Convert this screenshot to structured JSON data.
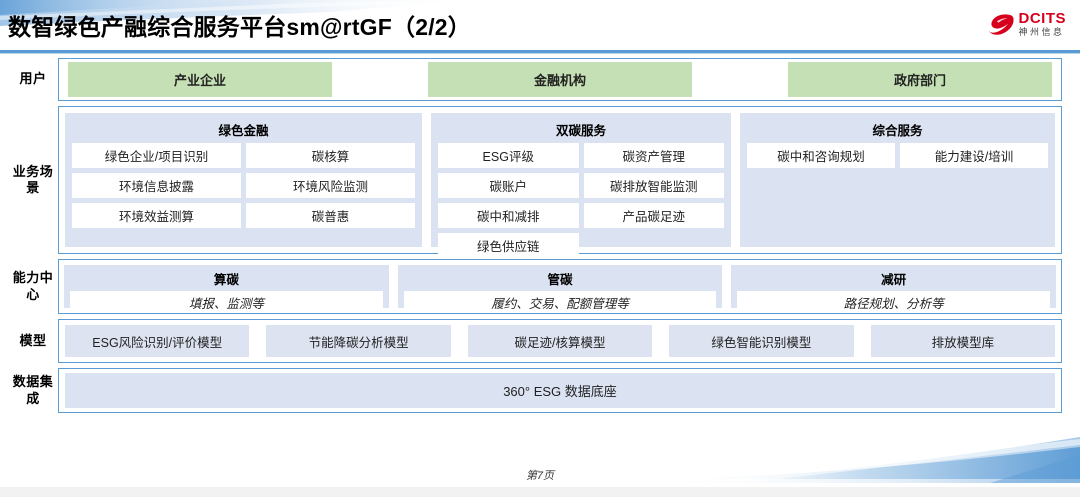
{
  "header": {
    "title": "数智绿色产融综合服务平台sm@rtGF（2/2）",
    "logo_en": "DCITS",
    "logo_cn": "神州信息"
  },
  "colors": {
    "accent_blue": "#5b9bd5",
    "panel_blue": "#dbe2f2",
    "chip_green": "#c5e0b4",
    "model_chip": "#dde3f0",
    "logo_red": "#d6001c"
  },
  "rows": {
    "user": {
      "label": "用户",
      "items": [
        "产业企业",
        "金融机构",
        "政府部门"
      ]
    },
    "scenario": {
      "label": "业务场景",
      "panels": [
        {
          "title": "绿色金融",
          "items": [
            "绿色企业/项目识别",
            "碳核算",
            "环境信息披露",
            "环境风险监测",
            "环境效益测算",
            "碳普惠"
          ]
        },
        {
          "title": "双碳服务",
          "items": [
            "ESG评级",
            "碳资产管理",
            "碳账户",
            "碳排放智能监测",
            "碳中和减排",
            "产品碳足迹",
            "绿色供应链"
          ]
        },
        {
          "title": "综合服务",
          "items": [
            "碳中和咨询规划",
            "能力建设/培训"
          ]
        }
      ]
    },
    "capability": {
      "label": "能力中心",
      "panels": [
        {
          "title": "算碳",
          "subtitle": "填报、监测等"
        },
        {
          "title": "管碳",
          "subtitle": "履约、交易、配额管理等"
        },
        {
          "title": "减研",
          "subtitle": "路径规划、分析等"
        }
      ]
    },
    "model": {
      "label": "模型",
      "items": [
        "ESG风险识别/评价模型",
        "节能降碳分析模型",
        "碳足迹/核算模型",
        "绿色智能识别模型",
        "排放模型库"
      ]
    },
    "data": {
      "label": "数据集成",
      "items": [
        "360° ESG 数据底座"
      ]
    }
  },
  "footer": {
    "page": "第7页"
  }
}
